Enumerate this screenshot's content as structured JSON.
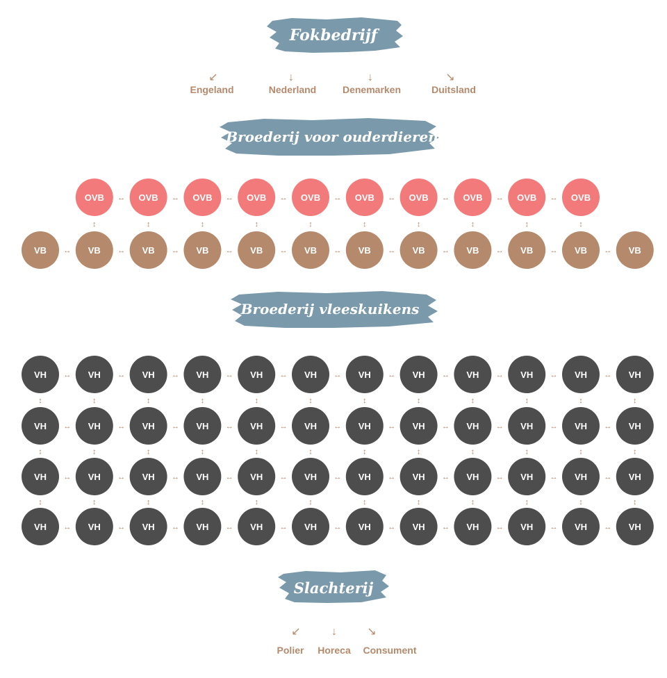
{
  "sections": {
    "breeding": {
      "title": "Fokbedrijf",
      "countries": [
        "Engeland",
        "Nederland",
        "Denemarken",
        "Duitsland"
      ],
      "arrows": [
        "↙",
        "↓",
        "↓",
        "↘"
      ]
    },
    "parent_hatchery": {
      "title": "Broederij voor ouderdieren",
      "ovb_label": "OVB",
      "ovb_count": 10,
      "vb_label": "VB",
      "vb_count": 12
    },
    "broiler_hatchery": {
      "title": "Broederij vleeskuikens",
      "vh_label": "VH",
      "rows": 4,
      "cols": 12
    },
    "slaughterhouse": {
      "title": "Slachterij",
      "outputs": [
        "Polier",
        "Horeca",
        "Consument"
      ],
      "arrows": [
        "↙",
        "↓",
        "↘"
      ]
    }
  },
  "symbols": {
    "horizontal_link": "↔",
    "vertical_link": "↕"
  },
  "colors": {
    "brush": "#7a9aab",
    "ovb": "#f27a7a",
    "vb": "#b5896c",
    "vh": "#4d4d4d",
    "accent_text": "#b5896c"
  }
}
